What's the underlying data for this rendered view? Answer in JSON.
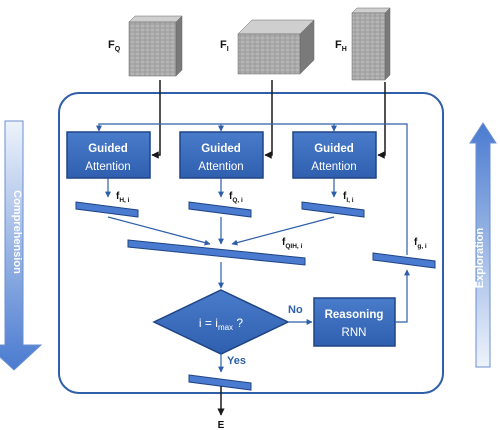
{
  "tensors": {
    "q": {
      "main": "F",
      "sub": "Q"
    },
    "i": {
      "main": "F",
      "sub": "I"
    },
    "h": {
      "main": "F",
      "sub": "H"
    }
  },
  "attention_blocks": [
    {
      "line1": "Guided",
      "line2": "Attention"
    },
    {
      "line1": "Guided",
      "line2": "Attention"
    },
    {
      "line1": "Guided",
      "line2": "Attention"
    }
  ],
  "features": {
    "h": {
      "main": "f",
      "sub": "H, i"
    },
    "q": {
      "main": "f",
      "sub": "Q, i"
    },
    "i": {
      "main": "f",
      "sub": "I, i"
    },
    "qih": {
      "main": "f",
      "sub": "QIH, i"
    },
    "g": {
      "main": "f",
      "sub": "g, i"
    }
  },
  "decision": {
    "pre": "i = i",
    "sub": "max",
    "post": " ?"
  },
  "branches": {
    "no": "No",
    "yes": "Yes"
  },
  "rnn": {
    "line1": "Reasoning",
    "line2": "RNN"
  },
  "output": {
    "label": "E"
  },
  "side_labels": {
    "left": "Comprehension",
    "right": "Exploration"
  },
  "colors": {
    "accent": "#2e5fa8",
    "block_fill": "#3a6cc0",
    "block_stroke": "#1f4585",
    "bar_fill": "#4a7bd0",
    "side_arrow_dark": "#4a7bd0",
    "side_arrow_light": "#eef3fb",
    "cube_face": "#9a9a9a",
    "cube_top": "#cfcfcf",
    "cube_side": "#7a7a7a"
  }
}
